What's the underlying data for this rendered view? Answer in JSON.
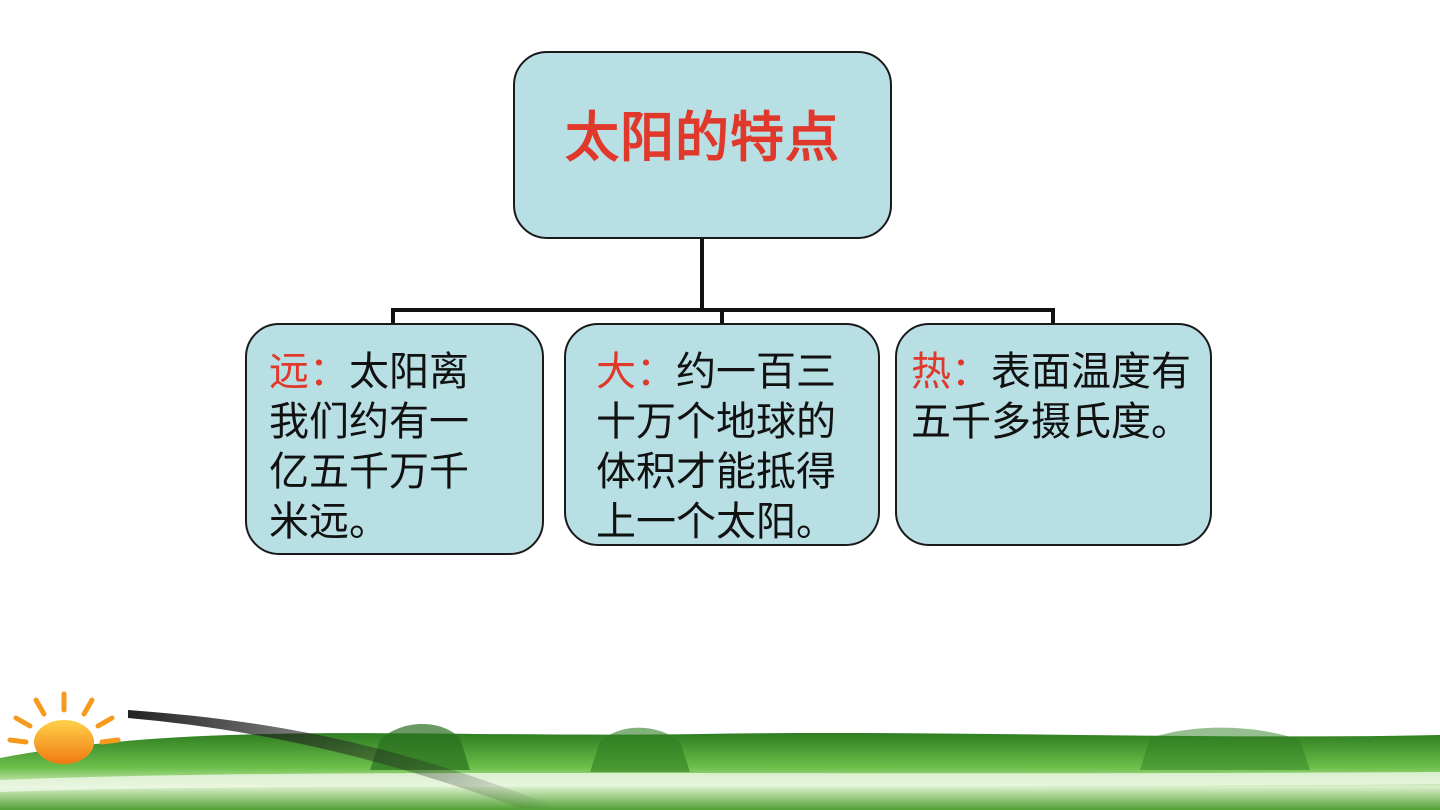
{
  "root": {
    "title": "太阳的特点"
  },
  "children": [
    {
      "key": "远：",
      "text": "太阳离我们约有一亿五千万千米远。"
    },
    {
      "key": "大：",
      "text": "约一百三十万个地球的体积才能抵得上一个太阳。"
    },
    {
      "key": "热：",
      "text": "表面温度有五千多摄氏度。"
    }
  ],
  "colors": {
    "box_fill": "#b8dfe3",
    "title": "#e0392b",
    "key": "#e0392b",
    "grass": "#3f9a2a",
    "sun": "#f59a1c"
  },
  "icons": [
    "sun-icon"
  ]
}
